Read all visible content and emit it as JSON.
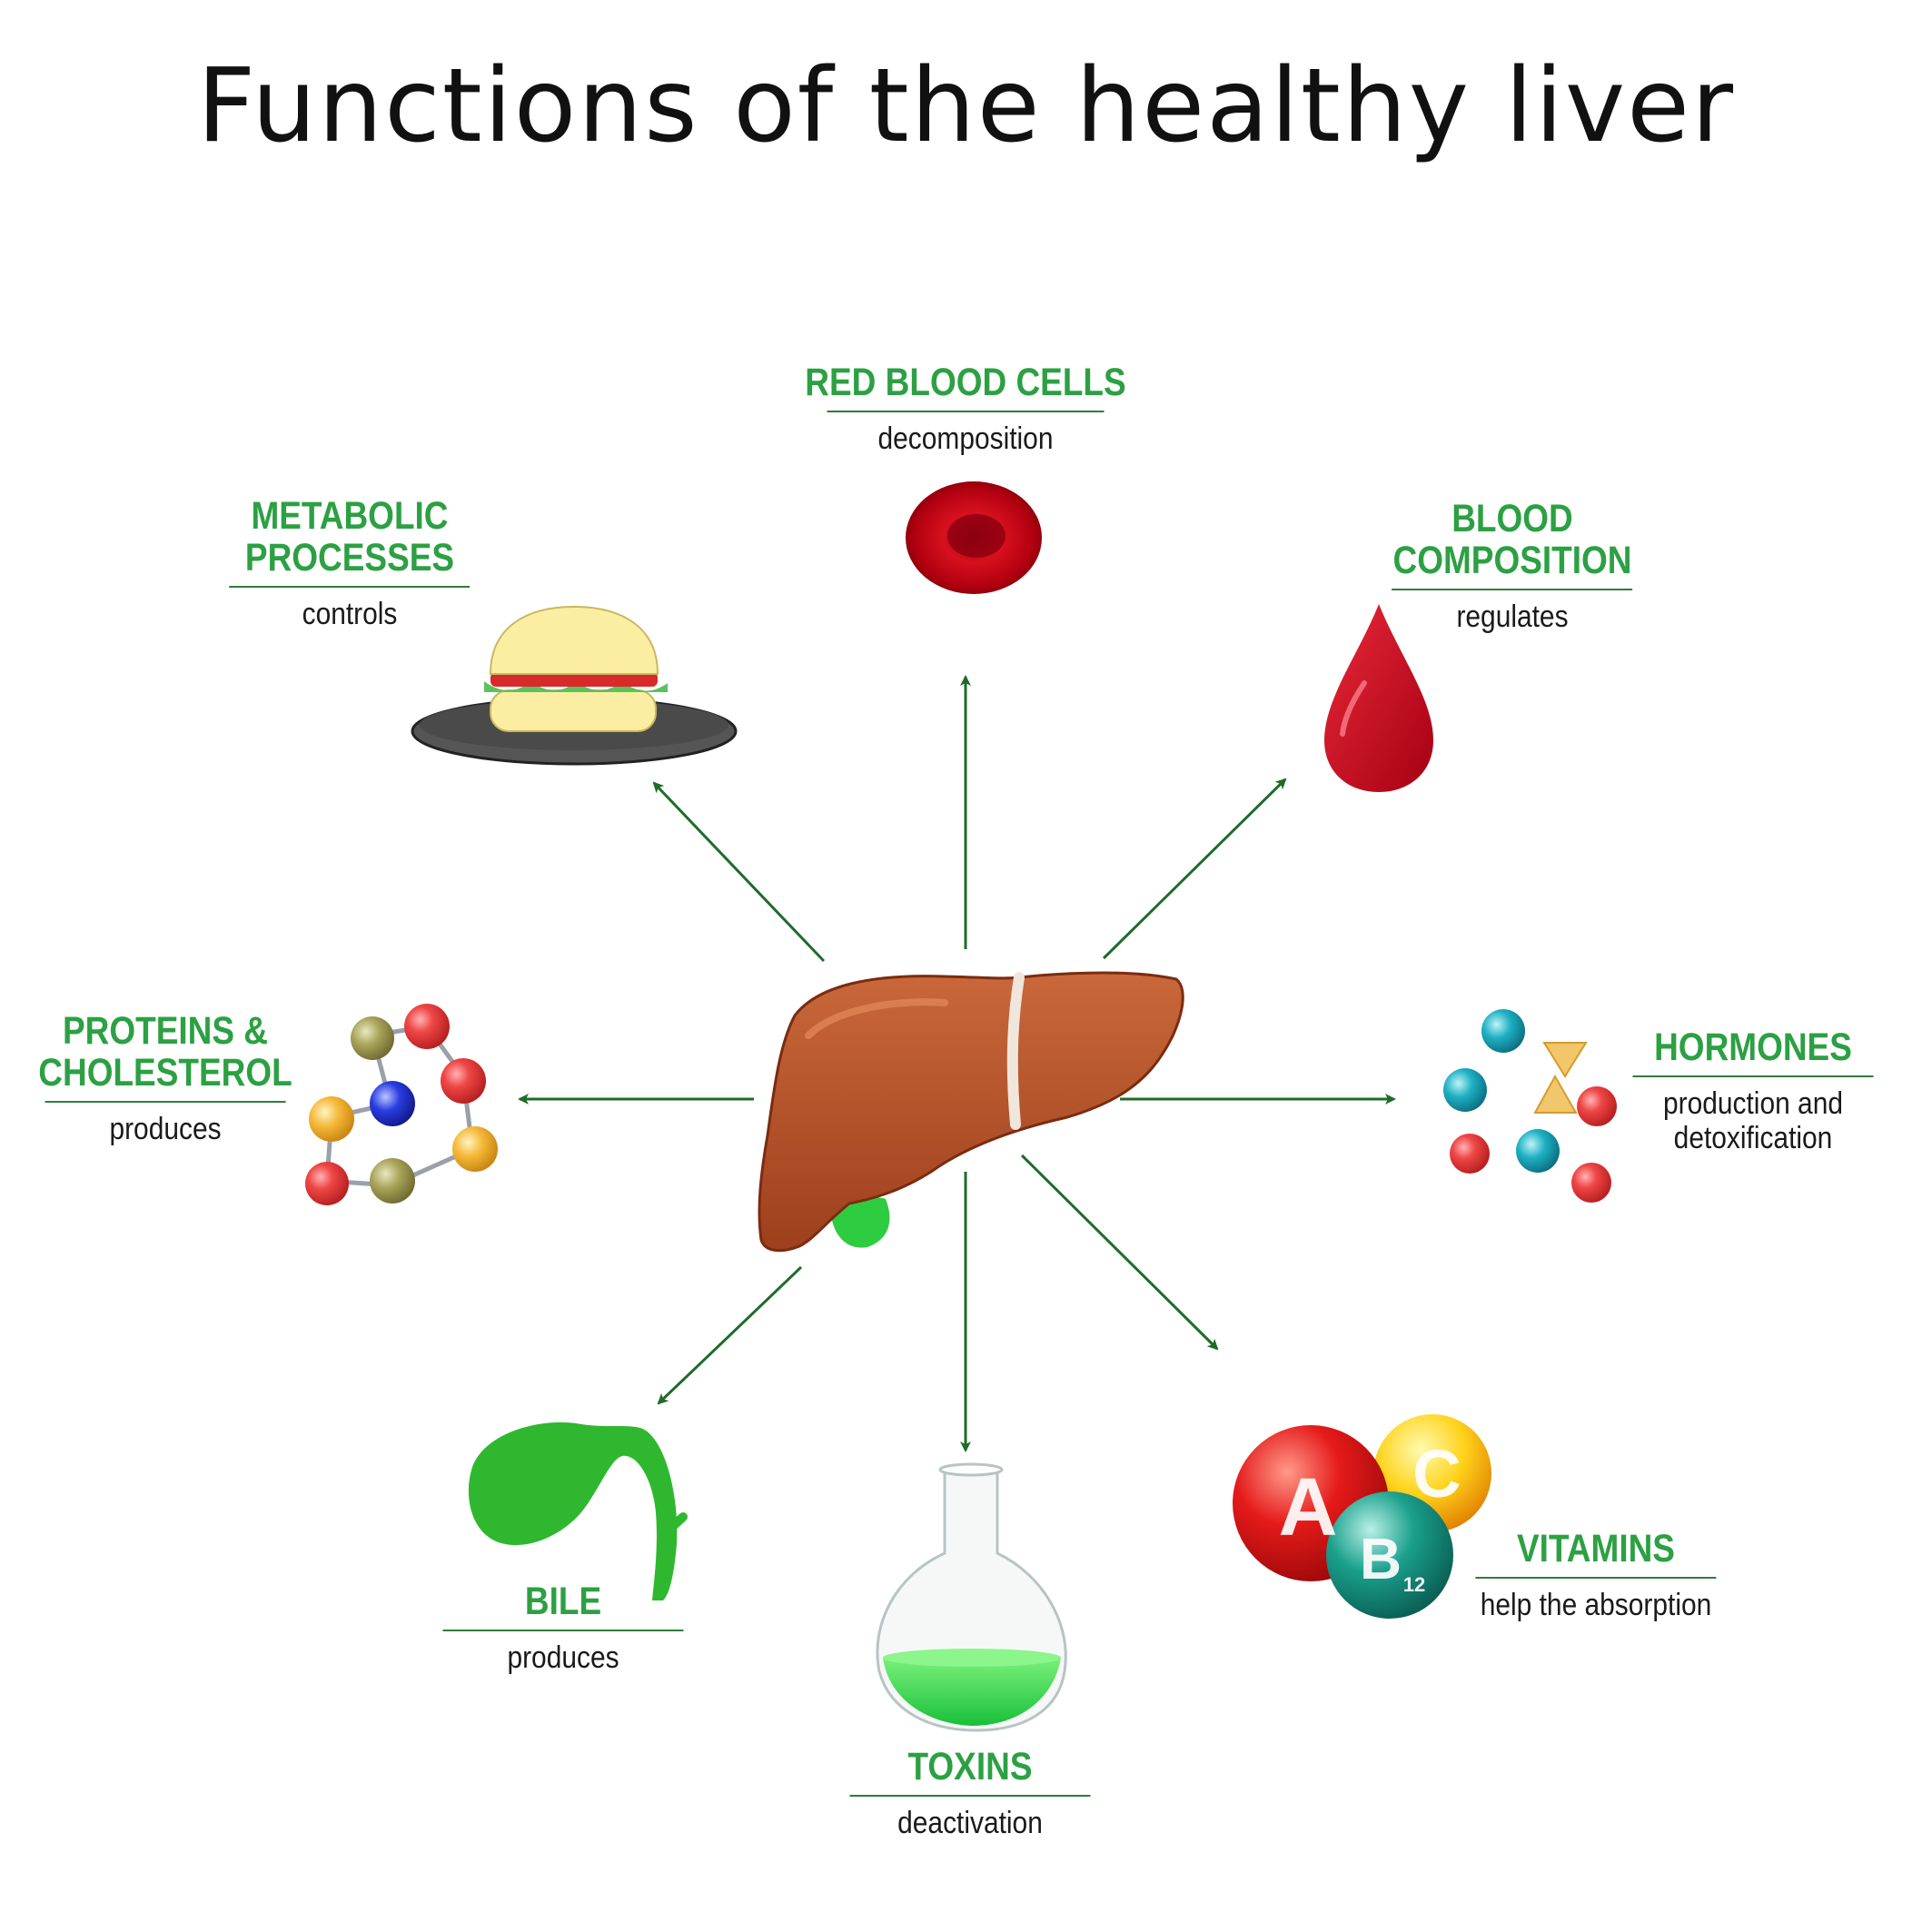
{
  "title": "Functions of the healthy liver",
  "colors": {
    "heading_green": "#2ca043",
    "arrow_green": "#1f6b2a",
    "liver_brown": "#b5502a",
    "gallbladder_green": "#2ecc40",
    "blood_red": "#c8102e"
  },
  "functions": [
    {
      "id": "red-blood-cells",
      "heading_lines": [
        "RED BLOOD CELLS"
      ],
      "sub_lines": [
        "decomposition"
      ],
      "icon": "red-blood-cell-icon"
    },
    {
      "id": "metabolic-processes",
      "heading_lines": [
        "METABOLIC",
        "PROCESSES"
      ],
      "sub_lines": [
        "controls"
      ],
      "icon": "burger-icon"
    },
    {
      "id": "blood-composition",
      "heading_lines": [
        "BLOOD",
        "COMPOSITION"
      ],
      "sub_lines": [
        "regulates"
      ],
      "icon": "blood-drop-icon"
    },
    {
      "id": "proteins-cholesterol",
      "heading_lines": [
        "PROTEINS &",
        "CHOLESTEROL"
      ],
      "sub_lines": [
        "produces"
      ],
      "icon": "molecule-chain-icon"
    },
    {
      "id": "hormones",
      "heading_lines": [
        "HORMONES"
      ],
      "sub_lines": [
        "production and",
        "detoxification"
      ],
      "icon": "hormone-molecules-icon"
    },
    {
      "id": "bile",
      "heading_lines": [
        "BILE"
      ],
      "sub_lines": [
        "produces"
      ],
      "icon": "gallbladder-icon"
    },
    {
      "id": "toxins",
      "heading_lines": [
        "TOXINS"
      ],
      "sub_lines": [
        "deactivation"
      ],
      "icon": "flask-icon"
    },
    {
      "id": "vitamins",
      "heading_lines": [
        "VITAMINS"
      ],
      "sub_lines": [
        "help the absorption"
      ],
      "icon": "vitamin-balls-icon"
    }
  ],
  "vitamin_letters": {
    "a": "A",
    "c": "C",
    "b": "B",
    "b_sub": "12"
  }
}
